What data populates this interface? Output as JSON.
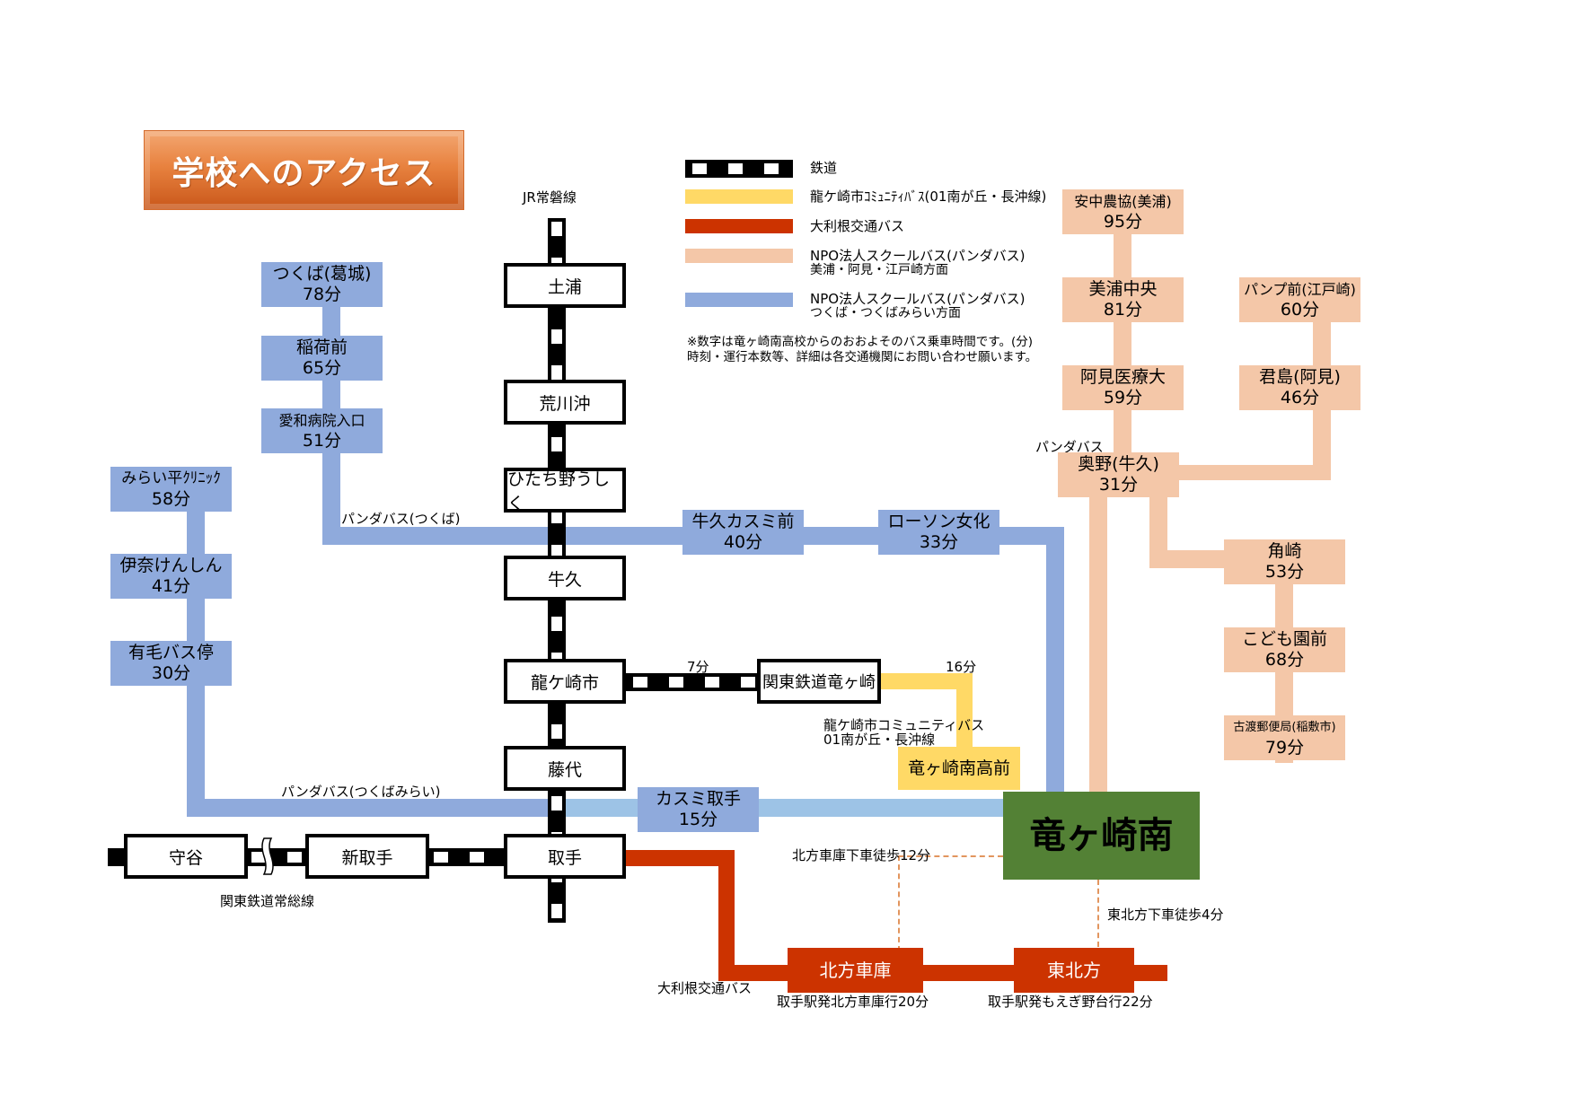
{
  "title": "学校へのアクセス",
  "legend": {
    "items": [
      {
        "type": "rail",
        "label": "鉄道"
      },
      {
        "type": "community-bus",
        "color": "#ffd966",
        "label": "龍ケ崎市ｺﾐｭﾆﾃｨﾊﾞｽ(01南が丘・長沖線)"
      },
      {
        "type": "tone-bus",
        "color": "#cc3300",
        "label": "大利根交通バス"
      },
      {
        "type": "panda-miho",
        "color": "#f4c7a8",
        "label": "NPO法人スクールバス(パンダバス)",
        "sublabel": "美浦・阿見・江戸崎方面"
      },
      {
        "type": "panda-tsukuba",
        "color": "#8faadc",
        "label": "NPO法人スクールバス(パンダバス)",
        "sublabel": "つくば・つくばみらい方面"
      }
    ],
    "note_line1": "※数字は竜ヶ崎南高校からのおおよそのバス乗車時間です。(分)",
    "note_line2": "時刻・運行本数等、詳細は各交通機関にお問い合わせ願います。"
  },
  "rail": {
    "jr_label": "JR常磐線",
    "jr_stations": [
      "土浦",
      "荒川沖",
      "ひたち野うしく",
      "牛久",
      "龍ケ崎市",
      "藤代",
      "取手"
    ],
    "kanto_label": "関東鉄道常総線",
    "kanto_stations": [
      "守谷",
      "新取手"
    ],
    "ryugasaki_line_station": "関東鉄道竜ヶ崎",
    "ryugasaki_line_time": "7分"
  },
  "school": {
    "name": "竜ヶ崎南"
  },
  "community_bus": {
    "time": "16分",
    "label_line1": "龍ケ崎市コミュニティバス",
    "label_line2": "01南が丘・長沖線",
    "stop": "竜ヶ崎南高前"
  },
  "panda_tsukuba": {
    "route_label": "パンダバス(つくば)",
    "stops": [
      {
        "name": "つくば(葛城)",
        "time": "78分"
      },
      {
        "name": "稲荷前",
        "time": "65分"
      },
      {
        "name": "愛和病院入口",
        "time": "51分"
      },
      {
        "name": "牛久カスミ前",
        "time": "40分"
      },
      {
        "name": "ローソン女化",
        "time": "33分"
      }
    ]
  },
  "panda_mirai": {
    "route_label": "パンダバス(つくばみらい)",
    "stops": [
      {
        "name": "みらい平ｸﾘﾆｯｸ",
        "time": "58分"
      },
      {
        "name": "伊奈けんしん",
        "time": "41分"
      },
      {
        "name": "有毛バス停",
        "time": "30分"
      },
      {
        "name": "カスミ取手",
        "time": "15分"
      }
    ]
  },
  "panda_miho": {
    "route_label": "パンダバス",
    "stops": [
      {
        "name": "安中農協(美浦)",
        "time": "95分"
      },
      {
        "name": "美浦中央",
        "time": "81分"
      },
      {
        "name": "阿見医療大",
        "time": "59分"
      },
      {
        "name": "パンプ前(江戸崎)",
        "time": "60分"
      },
      {
        "name": "君島(阿見)",
        "time": "46分"
      },
      {
        "name": "奥野(牛久)",
        "time": "31分"
      },
      {
        "name": "角崎",
        "time": "53分"
      },
      {
        "name": "こども園前",
        "time": "68分"
      },
      {
        "name": "古渡郵便局(稲敷市)",
        "time": "79分"
      }
    ]
  },
  "tone_bus": {
    "route_label": "大利根交通バス",
    "stops": [
      {
        "name": "北方車庫",
        "caption": "取手駅発北方車庫行20分",
        "walk": "北方車庫下車徒歩12分"
      },
      {
        "name": "東北方",
        "caption": "取手駅発もえぎ野台行22分",
        "walk": "東北方下車徒歩4分"
      }
    ]
  }
}
